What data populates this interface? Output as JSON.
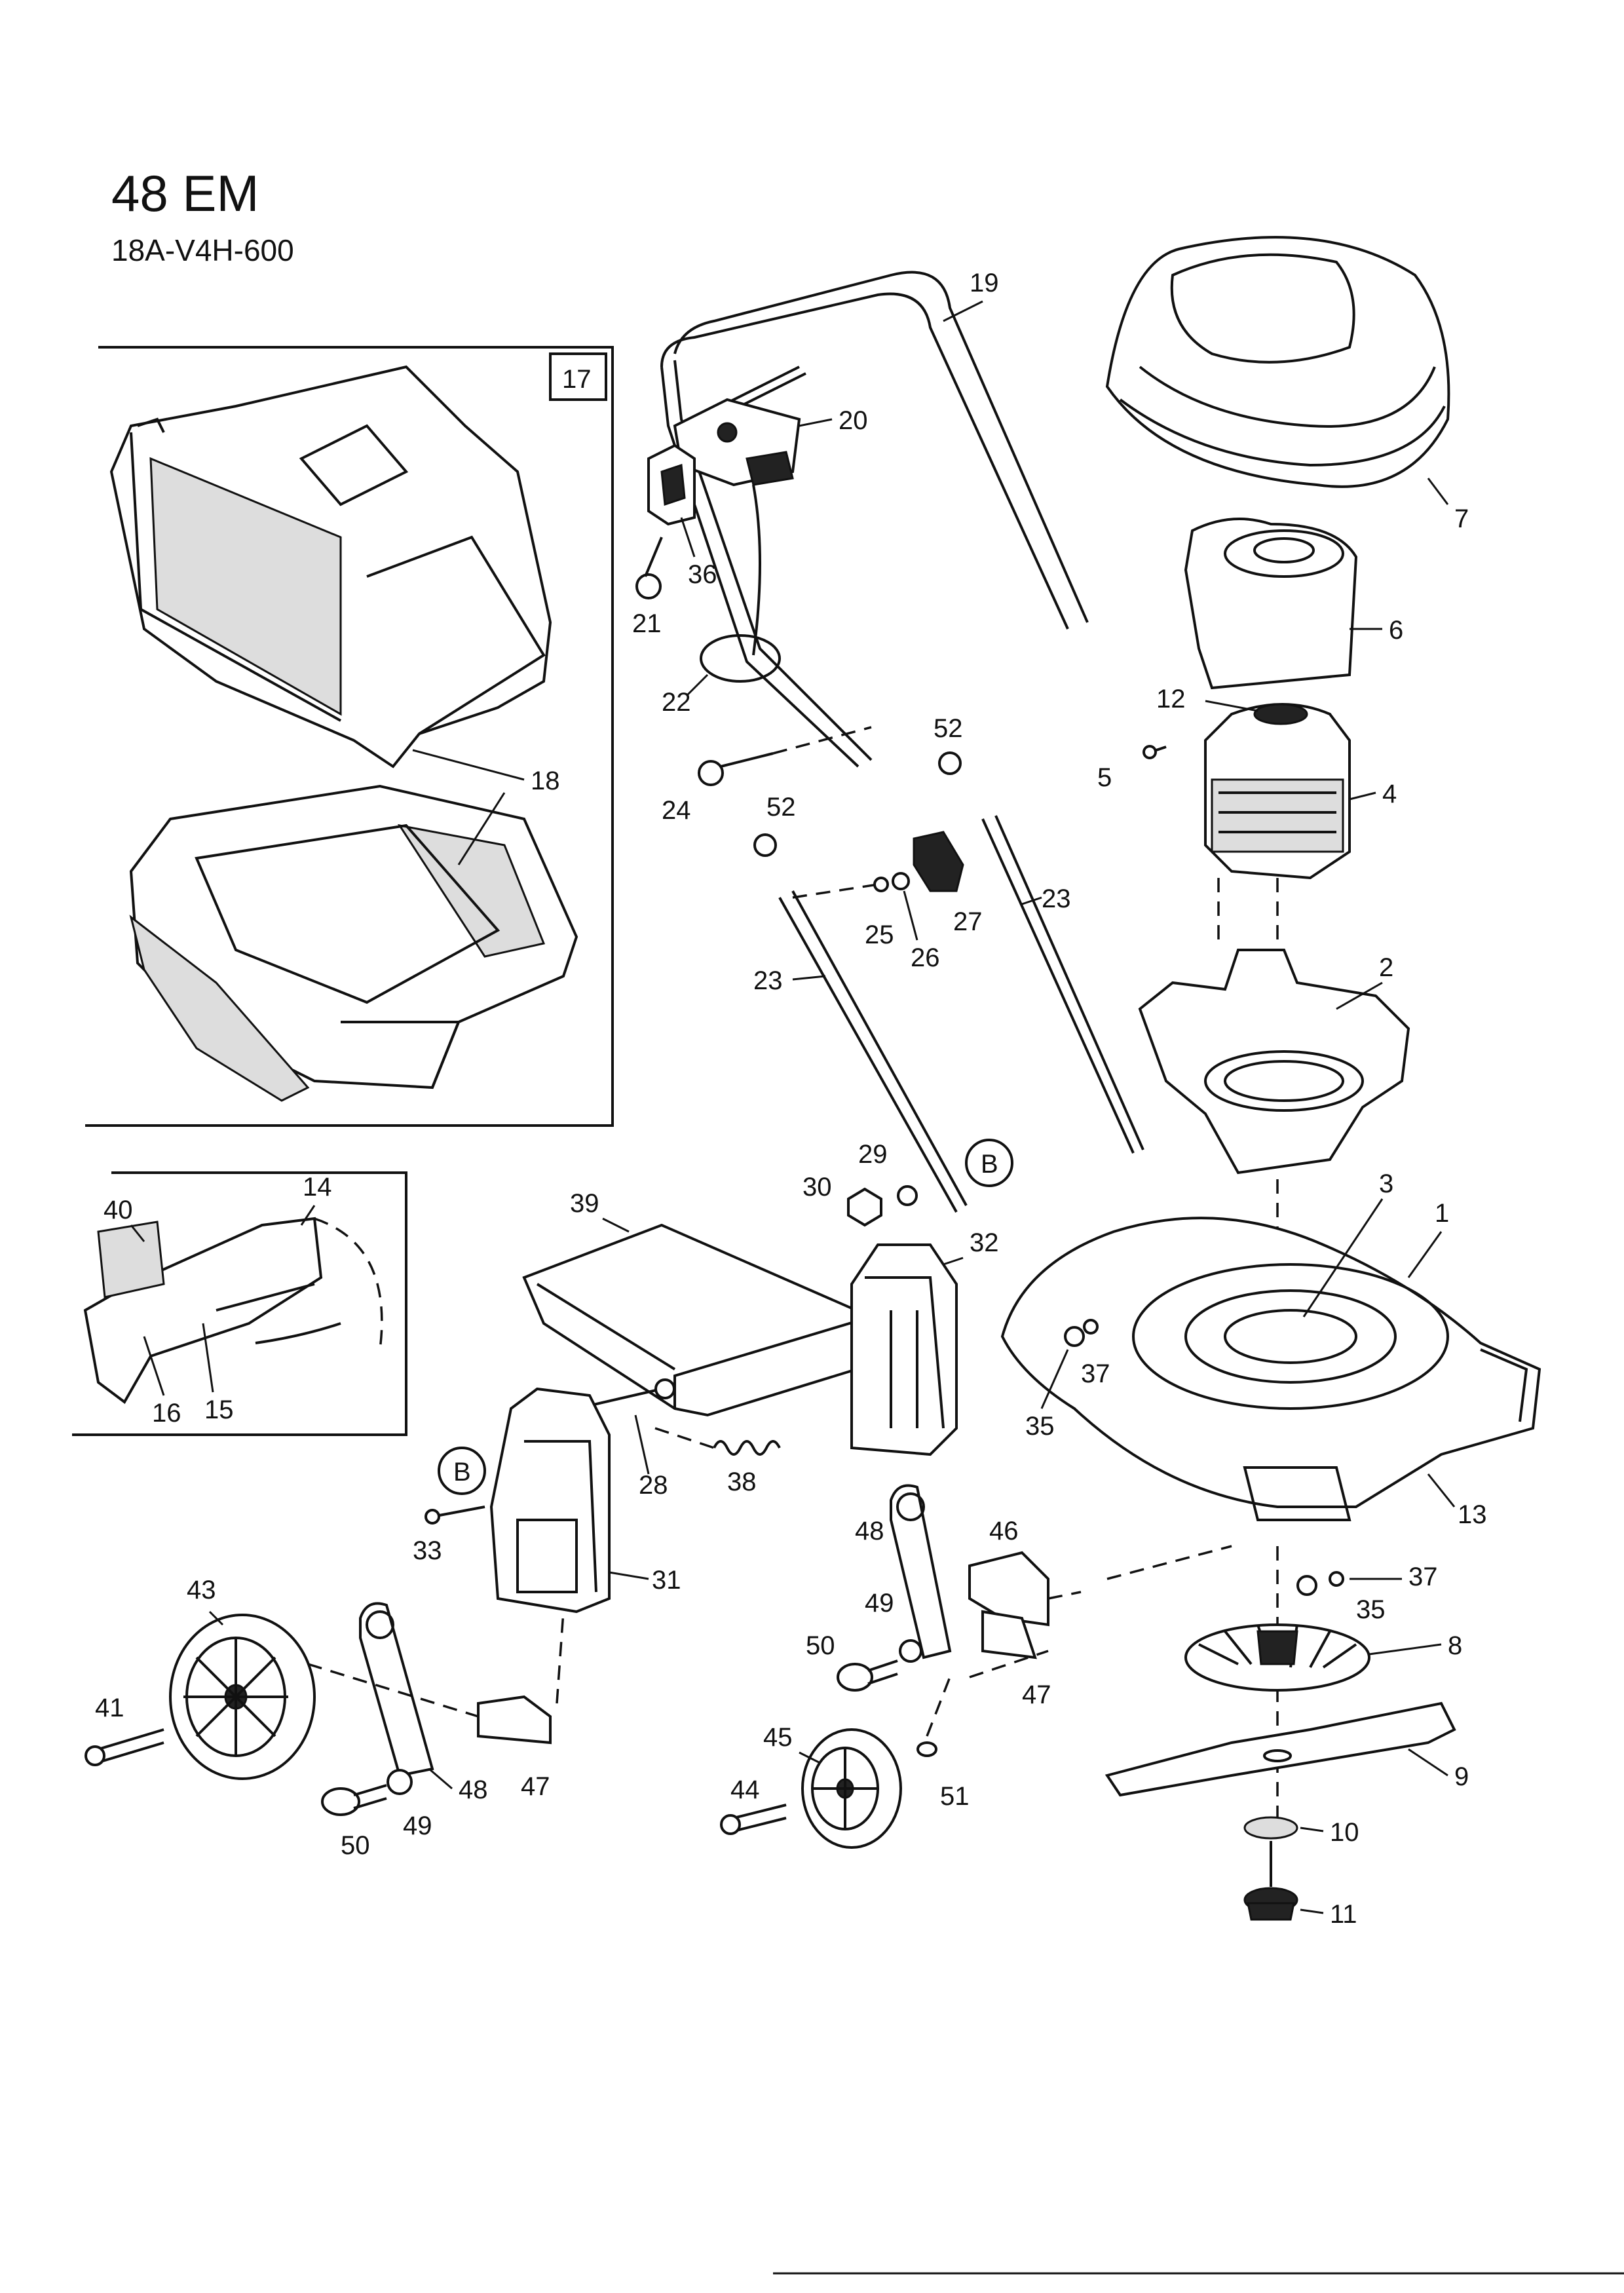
{
  "header": {
    "title": "48 EM",
    "model": "18A-V4H-600"
  },
  "parts": {
    "p1": "1",
    "p2": "2",
    "p3": "3",
    "p4": "4",
    "p5": "5",
    "p6": "6",
    "p7": "7",
    "p8": "8",
    "p9": "9",
    "p10": "10",
    "p11": "11",
    "p12": "12",
    "p13": "13",
    "p14": "14",
    "p15": "15",
    "p16": "16",
    "p17": "17",
    "p18": "18",
    "p19": "19",
    "p20": "20",
    "p21": "21",
    "p22": "22",
    "p23a": "23",
    "p23b": "23",
    "p24": "24",
    "p25": "25",
    "p26": "26",
    "p27": "27",
    "p28": "28",
    "p29": "29",
    "p30": "30",
    "p31": "31",
    "p32": "32",
    "p33": "33",
    "p35a": "35",
    "p35b": "35",
    "p36": "36",
    "p37a": "37",
    "p37b": "37",
    "p38": "38",
    "p39": "39",
    "p40": "40",
    "p41": "41",
    "p43": "43",
    "p44": "44",
    "p45": "45",
    "p46": "46",
    "p47a": "47",
    "p47b": "47",
    "p48a": "48",
    "p48b": "48",
    "p49a": "49",
    "p49b": "49",
    "p50a": "50",
    "p50b": "50",
    "p51": "51",
    "p52a": "52",
    "p52b": "52"
  },
  "markers": {
    "b1": "B",
    "b2": "B"
  }
}
